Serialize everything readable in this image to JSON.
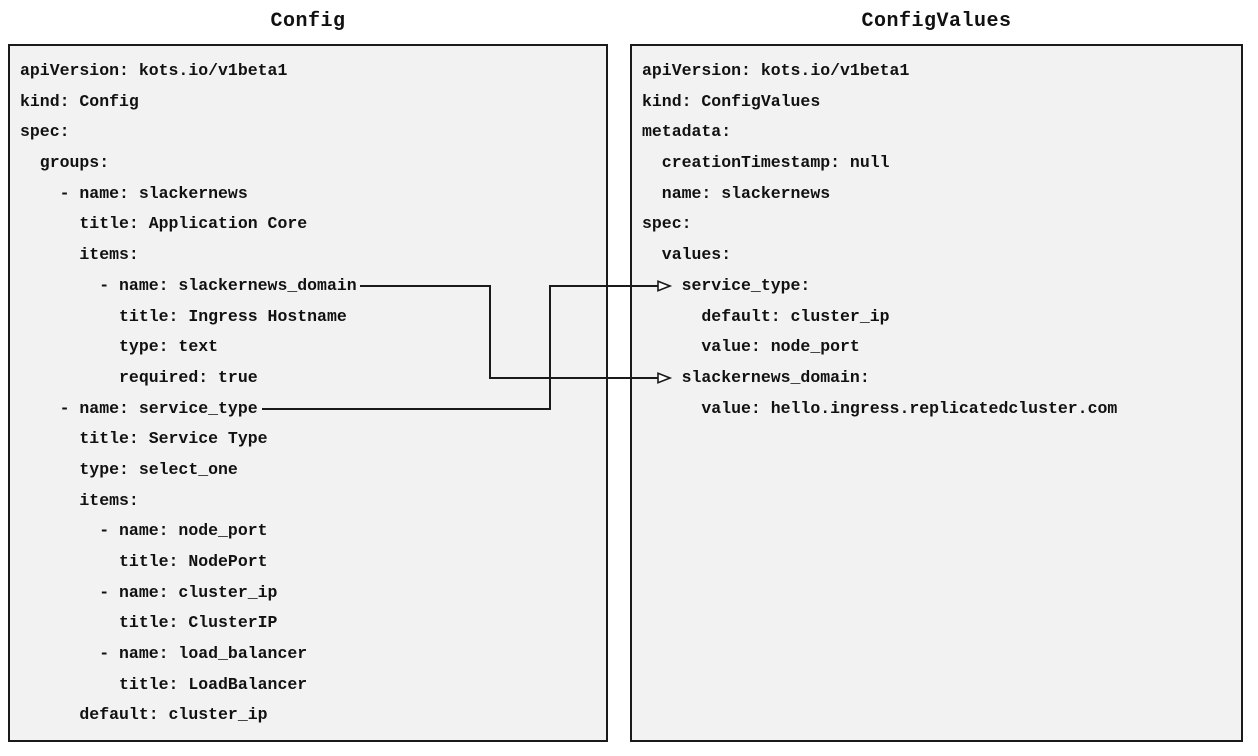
{
  "colors": {
    "page_background": "#ffffff",
    "panel_background": "#f2f2f2",
    "panel_border": "#1a1a1a",
    "text": "#111111",
    "connector_line": "#1a1a1a"
  },
  "left_panel": {
    "title": "Config",
    "lines": [
      "apiVersion: kots.io/v1beta1",
      "kind: Config",
      "spec:",
      "  groups:",
      "    - name: slackernews",
      "      title: Application Core",
      "      items:",
      "        - name: slackernews_domain",
      "          title: Ingress Hostname",
      "          type: text",
      "          required: true",
      "    - name: service_type",
      "      title: Service Type",
      "      type: select_one",
      "      items:",
      "        - name: node_port",
      "          title: NodePort",
      "        - name: cluster_ip",
      "          title: ClusterIP",
      "        - name: load_balancer",
      "          title: LoadBalancer",
      "      default: cluster_ip"
    ]
  },
  "right_panel": {
    "title": "ConfigValues",
    "lines": [
      "apiVersion: kots.io/v1beta1",
      "kind: ConfigValues",
      "metadata:",
      "  creationTimestamp: null",
      "  name: slackernews",
      "spec:",
      "  values:",
      "    service_type:",
      "      default: cluster_ip",
      "      value: node_port",
      "    slackernews_domain:",
      "      value: hello.ingress.replicatedcluster.com"
    ]
  },
  "connections": [
    {
      "source": "slackernews_domain",
      "target": "slackernews_domain"
    },
    {
      "source": "service_type",
      "target": "service_type"
    }
  ]
}
